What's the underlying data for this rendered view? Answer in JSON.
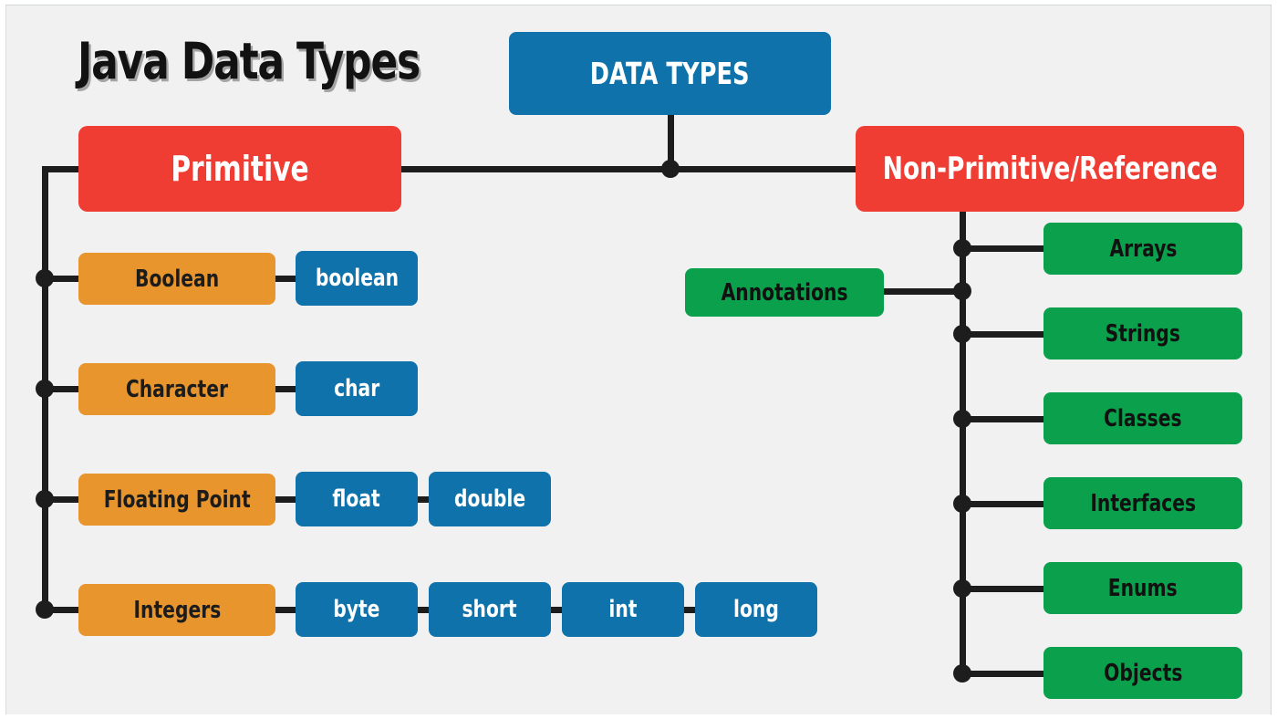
{
  "diagram": {
    "title": "Java Data Types",
    "root": {
      "label": "DATA TYPES",
      "color": "#0f72ab"
    },
    "branches": [
      {
        "name": "primitive",
        "label": "Primitive",
        "color": "#ef3d33",
        "groups": [
          {
            "label": "Boolean",
            "color": "#e8952e",
            "types": [
              "boolean"
            ]
          },
          {
            "label": "Character",
            "color": "#e8952e",
            "types": [
              "char"
            ]
          },
          {
            "label": "Floating Point",
            "color": "#e8952e",
            "types": [
              "float",
              "double"
            ]
          },
          {
            "label": "Integers",
            "color": "#e8952e",
            "types": [
              "byte",
              "short",
              "int",
              "long"
            ]
          }
        ]
      },
      {
        "name": "non-primitive",
        "label": "Non-Primitive/Reference",
        "color": "#ef3d33",
        "side_label": "Annotations",
        "items": [
          {
            "label": "Arrays",
            "color": "#0ba04b"
          },
          {
            "label": "Strings",
            "color": "#0ba04b"
          },
          {
            "label": "Classes",
            "color": "#0ba04b"
          },
          {
            "label": "Interfaces",
            "color": "#0ba04b"
          },
          {
            "label": "Enums",
            "color": "#0ba04b"
          },
          {
            "label": "Objects",
            "color": "#0ba04b"
          }
        ]
      }
    ],
    "colors": {
      "background": "#f1f1f1",
      "connector": "#1d1d1d",
      "blue": "#0f72ab",
      "red": "#ef3d33",
      "orange": "#e8952e",
      "green": "#0ba04b",
      "title_text": "#121212"
    }
  }
}
